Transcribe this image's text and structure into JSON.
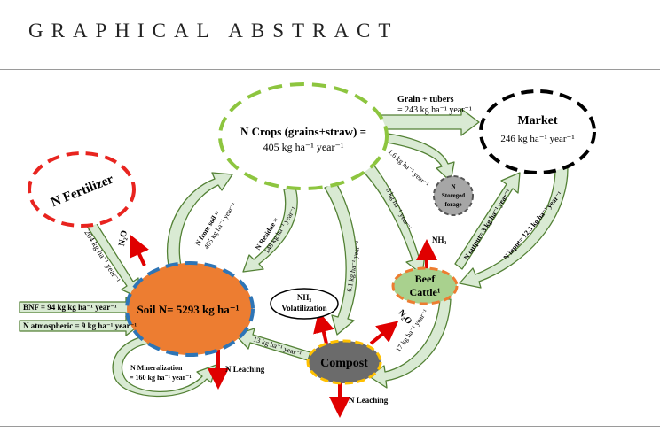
{
  "header": {
    "title": "GRAPHICAL ABSTRACT"
  },
  "nodes": {
    "fertilizer": {
      "label": "N Fertilizer",
      "color": "#e8241f"
    },
    "crops": {
      "line1": "N Crops (grains+straw) =",
      "line2": "405 kg ha⁻¹ year⁻¹",
      "color": "#8dc53f"
    },
    "market": {
      "line1": "Market",
      "line2": "246 kg ha⁻¹ year⁻¹"
    },
    "storage": {
      "line1": "N",
      "line2": "Storeged",
      "line3": "forage"
    },
    "soil": {
      "label": "Soil N= 5293 kg ha⁻¹",
      "fill": "#ed7d31",
      "ring": "#2e75b6"
    },
    "volatilization": {
      "line1": "NH₃",
      "line2": "Volatilization"
    },
    "beef": {
      "line1": "Beef",
      "line2": "Cattle¹",
      "fill": "#a9d18e",
      "ring": "#ed7d31"
    },
    "compost": {
      "label": "Compost",
      "fill": "#6b6b6b",
      "ring": "#ffc000"
    }
  },
  "flows": {
    "grain_title": "Grain + tubers",
    "grain_value": "= 243 kg ha⁻¹ year⁻¹",
    "fertilizer_input": "204 kg ha⁻¹ year⁻¹",
    "from_soil_1": "N from soil =",
    "from_soil_2": "405 kg ha⁻¹ year⁻¹",
    "residue_1": "N Residue =",
    "residue_2": "148 kg ha⁻¹ year⁻¹",
    "crops_to_compost": "6.1 kg ha⁻¹ year⁻¹",
    "storage_flow": "1.6 kg ha⁻¹ year⁻¹",
    "cattle_input": "8 kg ha⁻¹ year⁻¹",
    "n_output": "N output= 3 kg ha⁻¹ year⁻¹",
    "n_input": "N input= 12.3 kg ha⁻¹ year⁻¹",
    "bnf": "BNF = 94 kg kg ha⁻¹ year⁻¹",
    "atmospheric": "N atmospheric = 9 kg ha⁻¹ year⁻¹",
    "mineralization_1": "N Mineralization",
    "mineralization_2": "= 160 kg ha⁻¹ year⁻¹",
    "compost_to_soil": "13 kg ha⁻¹ year⁻¹",
    "cattle_to_compost": "17 kg ha⁻¹ year⁻¹",
    "leaching_soil": "N Leaching",
    "leaching_compost": "N Leaching",
    "n2o_soil": "N₂O",
    "n2o_compost": "N₂O",
    "nh3_cattle": "NH₃"
  },
  "colors": {
    "flow_fill": "#d9ead3",
    "flow_stroke": "#538135",
    "loss_arrow": "#e00000"
  }
}
